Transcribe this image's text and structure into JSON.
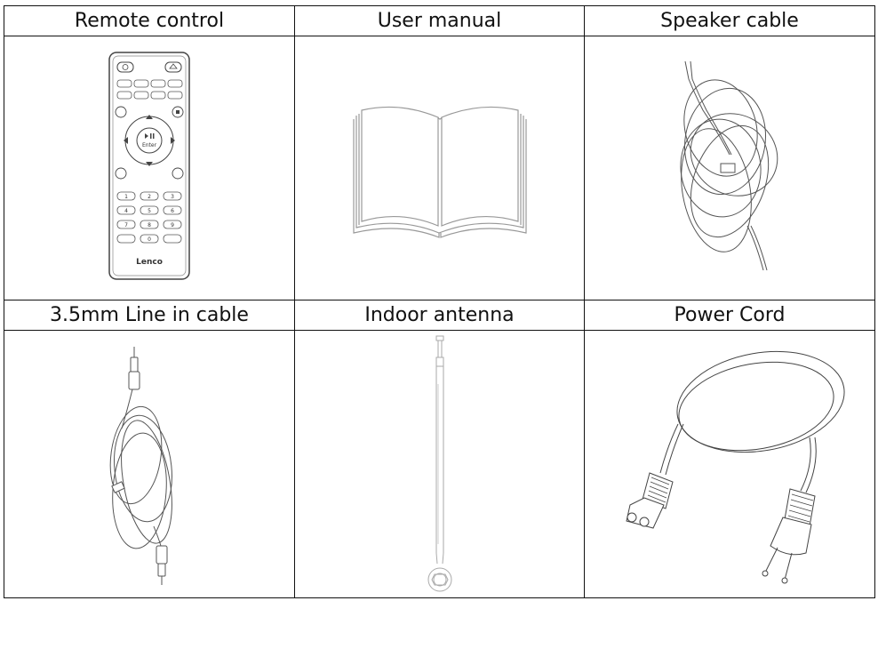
{
  "rows": [
    {
      "cells": [
        {
          "title": "Remote control",
          "icon": "remote-control-illustration"
        },
        {
          "title": "User manual",
          "icon": "open-book-illustration"
        },
        {
          "title": "Speaker cable",
          "icon": "coiled-speaker-cable-illustration"
        }
      ]
    },
    {
      "cells": [
        {
          "title": "3.5mm Line in cable",
          "icon": "coiled-audio-cable-illustration"
        },
        {
          "title": "Indoor antenna",
          "icon": "telescopic-antenna-illustration"
        },
        {
          "title": "Power Cord",
          "icon": "power-cord-illustration"
        }
      ]
    }
  ],
  "remote": {
    "brand": "Lenco",
    "enter_label": "Enter",
    "keypad": [
      "1",
      "2",
      "3",
      "4",
      "5",
      "6",
      "7",
      "8",
      "9",
      "0"
    ]
  },
  "colors": {
    "line": "#111111",
    "sketch": "#555555",
    "light": "#9a9a9a"
  }
}
